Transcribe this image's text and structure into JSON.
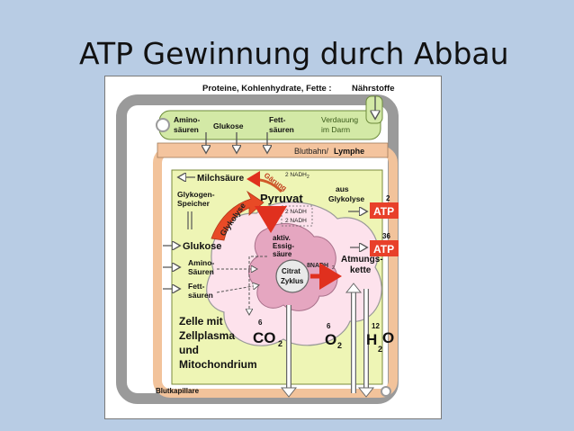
{
  "slide": {
    "title": "ATP Gewinnung durch Abbau"
  },
  "diagram": {
    "nutrients_header": "Proteine, Kohlenhydrate, Fette :",
    "nutrients_word": "Nährstoffe",
    "gut": {
      "amino_1": "Amino-",
      "amino_2": "säuren",
      "glucose": "Glukose",
      "fat_1": "Fett-",
      "fat_2": "säuren",
      "digestion_1": "Verdauung",
      "digestion_2": "im Darm"
    },
    "bloodstream": "Blutbahn/",
    "lymph": "Lymphe",
    "cell": {
      "lactic_acid": "Milchsäure",
      "fermentation": "Gärung",
      "nadh2_top": "2 NADH",
      "glycogen_1": "Glykogen-",
      "glycogen_2": "Speicher",
      "pyruvate": "Pyruvat",
      "nadh2_mid_1": "2 NADH",
      "nadh2_mid_2": "2 NADH",
      "glycolysis": "Glykolyse",
      "from_glycolysis_1": "aus",
      "from_glycolysis_2": "Glykolyse",
      "atp_count_1": "2",
      "atp_label_1": "ATP",
      "atp_count_2": "36",
      "atp_label_2": "ATP",
      "glucose": "Glukose",
      "active_acetic_1": "aktiv.",
      "active_acetic_2": "Essig-",
      "active_acetic_3": "säure",
      "nadh8": "8NADH",
      "respiratory_chain_1": "Atmungs-",
      "respiratory_chain_2": "kette",
      "amino_1": "Amino-",
      "amino_2": "Säuren",
      "fat_1": "Fett-",
      "fat_2": "säuren",
      "citrate_1": "Citrat",
      "citrate_2": "Zyklus",
      "cell_label_1": "Zelle mit",
      "cell_label_2": "Zellplasma",
      "cell_label_3": "und",
      "cell_label_4": "Mitochondrium",
      "co2_count": "6",
      "co2": "CO",
      "o2_count": "6",
      "o2": "O",
      "h2o_count": "12",
      "h2o_h": "H",
      "h2o_o": "O",
      "sub2": "2"
    },
    "capillary": "Blutkapillare"
  }
}
